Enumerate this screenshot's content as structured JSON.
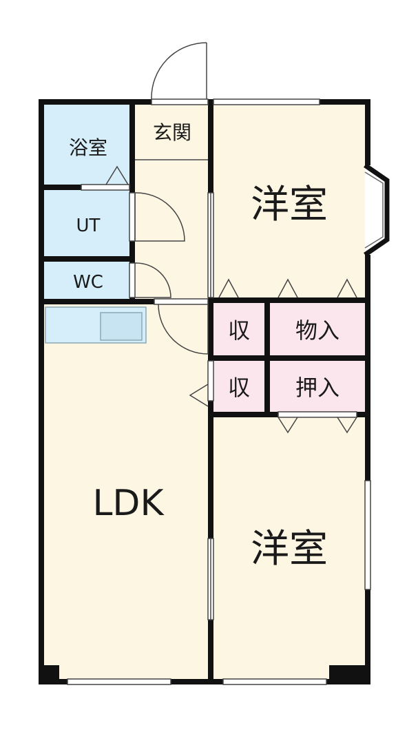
{
  "rooms": {
    "bath": "浴室",
    "entrance": "玄関",
    "western_room_1": "洋室",
    "utility": "UT",
    "toilet": "WC",
    "storage_1": "収",
    "closet_storage": "物入",
    "storage_2": "収",
    "oshiire": "押入",
    "ldk": "LDK",
    "western_room_2": "洋室"
  },
  "colors": {
    "room_fill": "#fdf6e3",
    "wet_area_fill": "#d6eefa",
    "storage_fill": "#fbe6ee",
    "wall": "#111111"
  }
}
